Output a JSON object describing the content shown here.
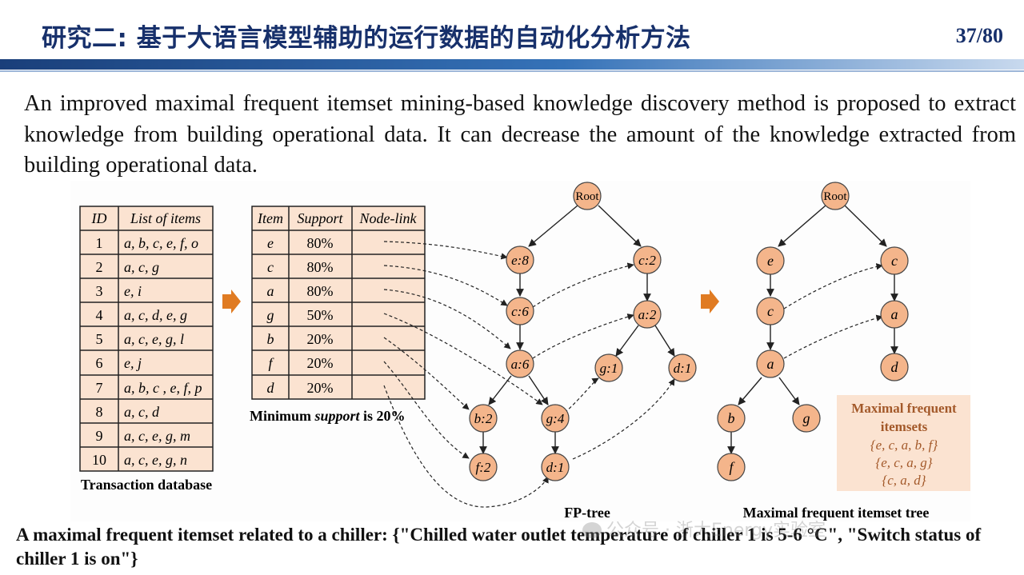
{
  "header": {
    "title": "研究二: 基于大语言模型辅助的运行数据的自动化分析方法",
    "page_number": "37/80"
  },
  "intro_text": "An improved maximal frequent itemset mining-based knowledge discovery method is proposed to extract knowledge from building operational data. It can decrease the amount of the knowledge extracted from building operational data.",
  "transaction_table": {
    "headers": [
      "ID",
      "List of items"
    ],
    "rows": [
      [
        "1",
        "a, b, c, e, f, o"
      ],
      [
        "2",
        "a, c, g"
      ],
      [
        "3",
        "e, i"
      ],
      [
        "4",
        "a, c, d, e, g"
      ],
      [
        "5",
        "a, c, e, g, l"
      ],
      [
        "6",
        "e, j"
      ],
      [
        "7",
        "a, b, c , e, f, p"
      ],
      [
        "8",
        "a, c, d"
      ],
      [
        "9",
        "a, c, e, g, m"
      ],
      [
        "10",
        "a, c, e, g, n"
      ]
    ],
    "caption": "Transaction database"
  },
  "support_table": {
    "headers": [
      "Item",
      "Support",
      "Node-link"
    ],
    "rows": [
      [
        "e",
        "80%",
        ""
      ],
      [
        "c",
        "80%",
        ""
      ],
      [
        "a",
        "80%",
        ""
      ],
      [
        "g",
        "50%",
        ""
      ],
      [
        "b",
        "20%",
        ""
      ],
      [
        "f",
        "20%",
        ""
      ],
      [
        "d",
        "20%",
        ""
      ]
    ],
    "caption_prefix": "Minimum ",
    "caption_italic": "support",
    "caption_suffix": " is 20%"
  },
  "fp_tree": {
    "caption": "FP-tree",
    "nodes": {
      "root": "Root",
      "e8": "e:8",
      "c2": "c:2",
      "c6": "c:6",
      "a2": "a:2",
      "a6": "a:6",
      "g1": "g:1",
      "d1r": "d:1",
      "b2": "b:2",
      "g4": "g:4",
      "f2": "f:2",
      "d1b": "d:1"
    }
  },
  "mfi_tree": {
    "caption": "Maximal frequent itemset tree",
    "nodes": {
      "root": "Root",
      "e": "e",
      "c_right": "c",
      "c_left": "c",
      "a_right": "a",
      "a_left": "a",
      "d": "d",
      "b": "b",
      "g": "g",
      "f": "f"
    }
  },
  "itemsets_box": {
    "title_line1": "Maximal frequent",
    "title_line2": "itemsets",
    "sets": [
      "{e, c, a, b, f}",
      "{e, c, a, g}",
      "{c, a, d}"
    ]
  },
  "conclusion": "A maximal frequent itemset related to a chiller: {\"Chilled water outlet temperature of chiller 1 is 5-6 °C\", \"Switch status of chiller 1 is on\"}",
  "watermark": "公众号 · 浙大Energy实验室",
  "colors": {
    "title_text": "#17306b",
    "table_fill": "#fbe3d1",
    "table_border": "#222222",
    "node_fill": "#f4b58b",
    "arrow": "#e07b22",
    "itemsets_box": "#fbe3d1",
    "itemsets_title": "#a3592a"
  }
}
